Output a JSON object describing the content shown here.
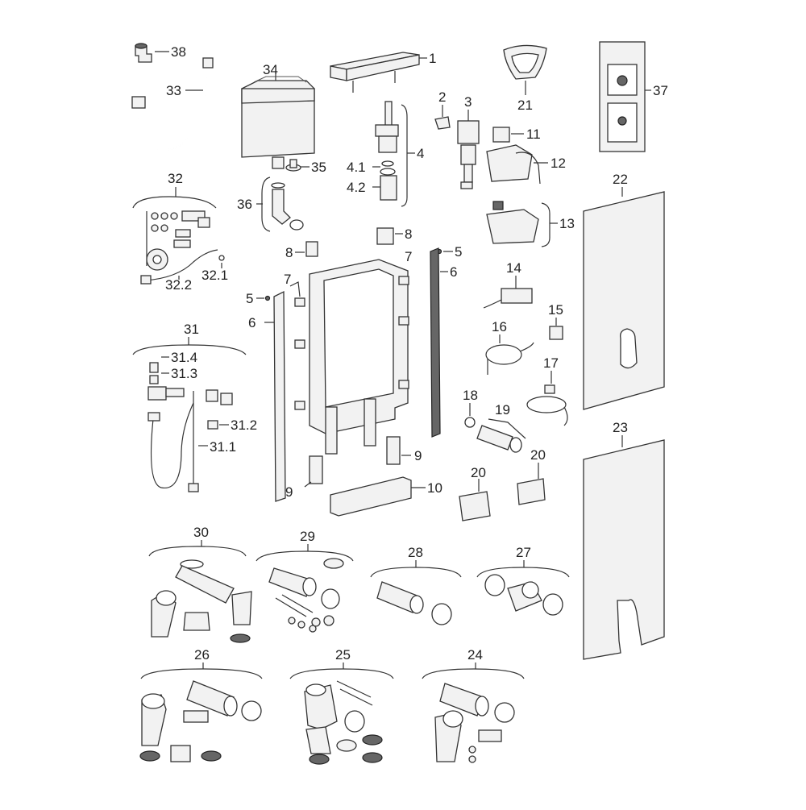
{
  "labels": {
    "n1": "1",
    "n2": "2",
    "n3": "3",
    "n4": "4",
    "n4_1": "4.1",
    "n4_2": "4.2",
    "n5a": "5",
    "n5b": "5",
    "n6a": "6",
    "n6b": "6",
    "n7a": "7",
    "n7b": "7",
    "n8a": "8",
    "n8b": "8",
    "n9a": "9",
    "n9b": "9",
    "n10": "10",
    "n11": "11",
    "n12": "12",
    "n13": "13",
    "n14": "14",
    "n15": "15",
    "n16": "16",
    "n17": "17",
    "n18": "18",
    "n19": "19",
    "n20a": "20",
    "n20b": "20",
    "n21": "21",
    "n22": "22",
    "n23": "23",
    "n24": "24",
    "n25": "25",
    "n26": "26",
    "n27": "27",
    "n28": "28",
    "n29": "29",
    "n30": "30",
    "n31": "31",
    "n31_1": "31.1",
    "n31_2": "31.2",
    "n31_3": "31.3",
    "n31_4": "31.4",
    "n32": "32",
    "n32_1": "32.1",
    "n32_2": "32.2",
    "n33": "33",
    "n34": "34",
    "n35": "35",
    "n36": "36",
    "n37": "37",
    "n38": "38"
  }
}
